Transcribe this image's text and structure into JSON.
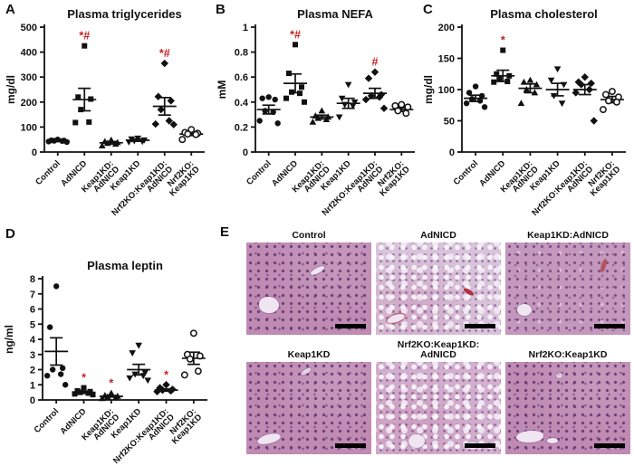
{
  "panels": {
    "a": "A",
    "b": "B",
    "c": "C",
    "d": "D",
    "e": "E"
  },
  "colors": {
    "ink": "#111111",
    "significance_red": "#c42323",
    "histology_mauve": "#bf8bb3",
    "histology_pale": "#d8c3da",
    "scale_bar": "#000000"
  },
  "chart_data": [
    {
      "panel": "A",
      "type": "scatter",
      "title": "Plasma triglycerides",
      "ylabel": "mg/dl",
      "ylim": [
        0,
        500
      ],
      "yticks": [
        0,
        100,
        200,
        300,
        400,
        500
      ],
      "categories": [
        "Control",
        "AdNICD",
        "Keap1KD:\nAdNICD",
        "Keap1KD",
        "Nrf2KO:Keap1KD:\nAdNICD",
        "Nrf2KO:\nKeap1KD"
      ],
      "groups": [
        {
          "name": "Control",
          "marker": "circle",
          "values": [
            50,
            47,
            46,
            45,
            44,
            42,
            40
          ],
          "mean": 45,
          "sem": 3,
          "sig": ""
        },
        {
          "name": "AdNICD",
          "marker": "square",
          "values": [
            425,
            220,
            212,
            170,
            120,
            118
          ],
          "mean": 210,
          "sem": 45,
          "sig": "*#"
        },
        {
          "name": "Keap1KD:AdNICD",
          "marker": "triangle-up",
          "values": [
            48,
            42,
            38,
            35,
            32,
            25
          ],
          "mean": 37,
          "sem": 5,
          "sig": ""
        },
        {
          "name": "Keap1KD",
          "marker": "triangle-down",
          "values": [
            55,
            52,
            48,
            45,
            42,
            40
          ],
          "mean": 47,
          "sem": 4,
          "sig": ""
        },
        {
          "name": "Nrf2KO:Keap1KD:AdNICD",
          "marker": "diamond",
          "values": [
            355,
            222,
            205,
            170,
            125,
            112,
            110
          ],
          "mean": 183,
          "sem": 35,
          "sig": "*#"
        },
        {
          "name": "Nrf2KO:Keap1KD",
          "marker": "open-circle",
          "values": [
            90,
            78,
            75,
            72,
            70,
            50
          ],
          "mean": 72,
          "sem": 6,
          "sig": ""
        }
      ]
    },
    {
      "panel": "B",
      "type": "scatter",
      "title": "Plasma NEFA",
      "ylabel": "mM",
      "ylim": [
        0,
        1
      ],
      "yticks": [
        0,
        0.2,
        0.4,
        0.6,
        0.8,
        1
      ],
      "categories": [
        "Control",
        "AdNICD",
        "Keap1KD:\nAdNICD",
        "Keap1KD",
        "Nrf2KO:Keap1KD:\nAdNICD",
        "Nrf2KO:\nKeap1KD"
      ],
      "groups": [
        {
          "name": "Control",
          "marker": "circle",
          "values": [
            0.44,
            0.43,
            0.42,
            0.33,
            0.32,
            0.25,
            0.23
          ],
          "mean": 0.34,
          "sem": 0.035,
          "sig": ""
        },
        {
          "name": "AdNICD",
          "marker": "square",
          "values": [
            0.86,
            0.63,
            0.52,
            0.48,
            0.47,
            0.43,
            0.4
          ],
          "mean": 0.55,
          "sem": 0.075,
          "sig": "*#"
        },
        {
          "name": "Keap1KD:AdNICD",
          "marker": "triangle-up",
          "values": [
            0.33,
            0.29,
            0.28,
            0.27,
            0.26,
            0.24
          ],
          "mean": 0.28,
          "sem": 0.015,
          "sig": ""
        },
        {
          "name": "Keap1KD",
          "marker": "triangle-down",
          "values": [
            0.54,
            0.43,
            0.4,
            0.38,
            0.37,
            0.28
          ],
          "mean": 0.39,
          "sem": 0.04,
          "sig": ""
        },
        {
          "name": "Nrf2KO:Keap1KD:AdNICD",
          "marker": "diamond",
          "values": [
            0.64,
            0.59,
            0.46,
            0.45,
            0.44,
            0.42,
            0.35
          ],
          "mean": 0.47,
          "sem": 0.04,
          "sig": "#"
        },
        {
          "name": "Nrf2KO:Keap1KD",
          "marker": "open-circle",
          "values": [
            0.38,
            0.37,
            0.36,
            0.33,
            0.31
          ],
          "mean": 0.34,
          "sem": 0.015,
          "sig": ""
        }
      ]
    },
    {
      "panel": "C",
      "type": "scatter",
      "title": "Plasma cholesterol",
      "ylabel": "mg/dl",
      "ylim": [
        0,
        200
      ],
      "yticks": [
        0,
        50,
        100,
        150,
        200
      ],
      "categories": [
        "Control",
        "AdNICD",
        "Keap1KD:\nAdNICD",
        "Keap1KD",
        "Nrf2KO:Keap1KD:\nAdNICD",
        "Nrf2KO:\nKeap1KD"
      ],
      "groups": [
        {
          "name": "Control",
          "marker": "circle",
          "values": [
            105,
            95,
            90,
            85,
            82,
            78,
            72
          ],
          "mean": 86,
          "sem": 5,
          "sig": ""
        },
        {
          "name": "AdNICD",
          "marker": "square",
          "values": [
            163,
            125,
            122,
            118,
            113,
            112
          ],
          "mean": 122,
          "sem": 9,
          "sig": "*"
        },
        {
          "name": "Keap1KD:AdNICD",
          "marker": "triangle-up",
          "values": [
            115,
            112,
            108,
            100,
            95,
            78
          ],
          "mean": 102,
          "sem": 7,
          "sig": ""
        },
        {
          "name": "Keap1KD",
          "marker": "triangle-down",
          "values": [
            133,
            115,
            108,
            90,
            78
          ],
          "mean": 100,
          "sem": 10,
          "sig": ""
        },
        {
          "name": "Nrf2KO:Keap1KD:AdNICD",
          "marker": "diamond",
          "values": [
            120,
            112,
            110,
            108,
            100,
            95,
            50
          ],
          "mean": 100,
          "sem": 8,
          "sig": ""
        },
        {
          "name": "Nrf2KO:Keap1KD",
          "marker": "open-circle",
          "values": [
            97,
            92,
            88,
            82,
            80,
            68
          ],
          "mean": 84,
          "sem": 5,
          "sig": ""
        }
      ]
    },
    {
      "panel": "D",
      "type": "scatter",
      "title": "Plasma leptin",
      "ylabel": "ng/ml",
      "ylim": [
        0,
        8
      ],
      "yticks": [
        0,
        1,
        2,
        3,
        4,
        5,
        6,
        7,
        8
      ],
      "categories": [
        "Control",
        "AdNICD",
        "Keap1KD:\nAdNICD",
        "Keap1KD",
        "Nrf2KO:Keap1KD:\nAdNICD",
        "Nrf2KO:\nKeap1KD"
      ],
      "groups": [
        {
          "name": "Control",
          "marker": "circle",
          "values": [
            7.5,
            4.8,
            2.1,
            2.0,
            1.7,
            1.6,
            1.0
          ],
          "mean": 3.2,
          "sem": 0.9,
          "sig": ""
        },
        {
          "name": "AdNICD",
          "marker": "square",
          "values": [
            0.8,
            0.6,
            0.55,
            0.5,
            0.45,
            0.4,
            0.35
          ],
          "mean": 0.5,
          "sem": 0.07,
          "sig": "*"
        },
        {
          "name": "Keap1KD:AdNICD",
          "marker": "triangle-up",
          "values": [
            0.45,
            0.3,
            0.25,
            0.2,
            0.15,
            0.1
          ],
          "mean": 0.24,
          "sem": 0.05,
          "sig": "*"
        },
        {
          "name": "Keap1KD",
          "marker": "triangle-down",
          "values": [
            3.6,
            3.1,
            1.8,
            1.7,
            1.6,
            1.45,
            1.3
          ],
          "mean": 2.0,
          "sem": 0.35,
          "sig": ""
        },
        {
          "name": "Nrf2KO:Keap1KD:AdNICD",
          "marker": "diamond",
          "values": [
            1.0,
            0.8,
            0.7,
            0.65,
            0.6,
            0.55
          ],
          "mean": 0.65,
          "sem": 0.07,
          "sig": "*"
        },
        {
          "name": "Nrf2KO:Keap1KD",
          "marker": "open-circle",
          "values": [
            4.4,
            3.0,
            2.9,
            2.7,
            1.9,
            1.65
          ],
          "mean": 2.75,
          "sem": 0.4,
          "sig": ""
        }
      ]
    }
  ],
  "panelE": {
    "images": [
      {
        "label": "Control",
        "appearance": "normal H&E liver"
      },
      {
        "label": "AdNICD",
        "appearance": "pale vacuolated steatotic H&E liver"
      },
      {
        "label": "Keap1KD:AdNICD",
        "appearance": "near-normal H&E liver with red vessel"
      },
      {
        "label": "Keap1KD",
        "appearance": "normal H&E liver"
      },
      {
        "label": "Nrf2KO:Keap1KD:\nAdNICD",
        "appearance": "pale vacuolated steatotic H&E liver"
      },
      {
        "label": "Nrf2KO:Keap1KD",
        "appearance": "normal H&E liver"
      }
    ]
  }
}
